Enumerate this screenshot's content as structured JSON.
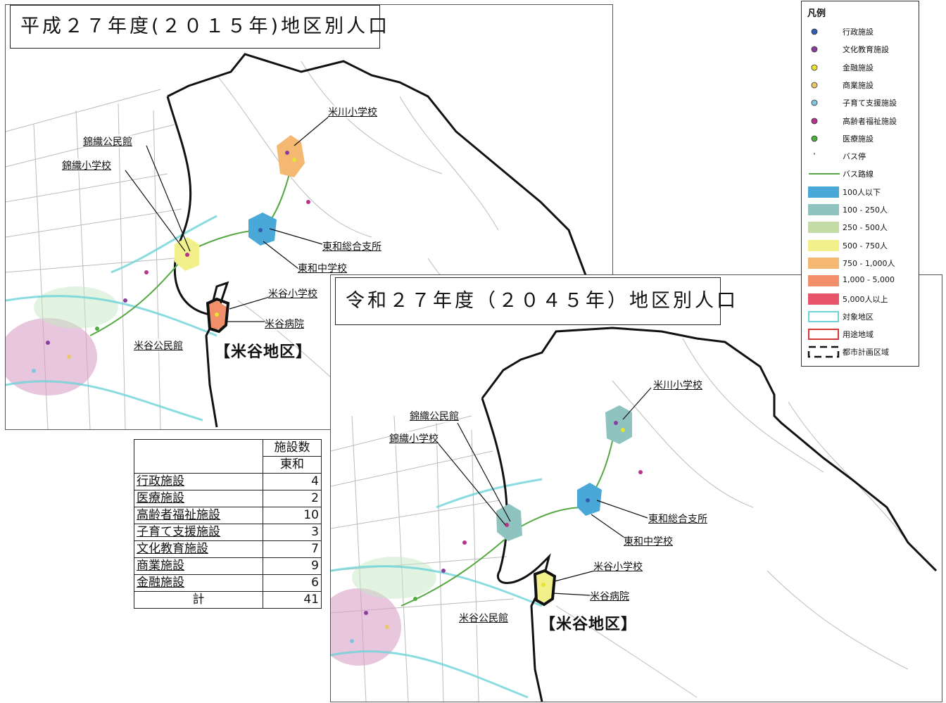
{
  "map_2015": {
    "title": "平成２７年度(２０１５年)地区別人口",
    "labels": {
      "yonekawa_school": "米川小学校",
      "nishikiori_hall": "錦織公民館",
      "nishikiori_school": "錦織小学校",
      "towa_branch": "東和総合支所",
      "towa_middle": "東和中学校",
      "maiya_school": "米谷小学校",
      "maiya_hospital": "米谷病院",
      "maiya_hall": "米谷公民館"
    },
    "district": "【米谷地区】"
  },
  "map_2045": {
    "title": "令和２７年度（２０４５年）地区別人口",
    "labels": {
      "yonekawa_school": "米川小学校",
      "nishikiori_hall": "錦織公民館",
      "nishikiori_school": "錦織小学校",
      "towa_branch": "東和総合支所",
      "towa_middle": "東和中学校",
      "maiya_school": "米谷小学校",
      "maiya_hospital": "米谷病院",
      "maiya_hall": "米谷公民館"
    },
    "district": "【米谷地区】"
  },
  "facility_table": {
    "header_top": "施設数",
    "header_sub": "東和",
    "rows": [
      {
        "name": "行政施設",
        "count": "4"
      },
      {
        "name": "医療施設",
        "count": "2"
      },
      {
        "name": "高齢者福祉施設",
        "count": "10"
      },
      {
        "name": "子育て支援施設",
        "count": "3"
      },
      {
        "name": "文化教育施設",
        "count": "7"
      },
      {
        "name": "商業施設",
        "count": "9"
      },
      {
        "name": "金融施設",
        "count": "6"
      }
    ],
    "total_label": "計",
    "total_count": "41"
  },
  "legend": {
    "title": "凡例",
    "items": [
      {
        "label": "行政施設",
        "kind": "dot",
        "color": "#2f5fb3"
      },
      {
        "label": "文化教育施設",
        "kind": "dot",
        "color": "#8a3fa0"
      },
      {
        "label": "金融施設",
        "kind": "dot",
        "color": "#e8e330"
      },
      {
        "label": "商業施設",
        "kind": "dot",
        "color": "#e9c76a"
      },
      {
        "label": "子育て支援施設",
        "kind": "dot",
        "color": "#7fc6e0"
      },
      {
        "label": "高齢者福祉施設",
        "kind": "dot",
        "color": "#b8338a"
      },
      {
        "label": "医療施設",
        "kind": "dot",
        "color": "#4fae3c"
      },
      {
        "label": "バス停",
        "kind": "tick",
        "color": "#999999"
      },
      {
        "label": "バス路線",
        "kind": "line",
        "color": "#57a845"
      },
      {
        "label": "100人以下",
        "kind": "fill",
        "color": "#4aa8d8"
      },
      {
        "label": "100 - 250人",
        "kind": "fill",
        "color": "#8fc3c0"
      },
      {
        "label": "250 - 500人",
        "kind": "fill",
        "color": "#c4dba6"
      },
      {
        "label": "500 - 750人",
        "kind": "fill",
        "color": "#f2f08a"
      },
      {
        "label": "750 - 1,000人",
        "kind": "fill",
        "color": "#f4b872"
      },
      {
        "label": "1,000 - 5,000",
        "kind": "fill",
        "color": "#f08f6a"
      },
      {
        "label": "5,000人以上",
        "kind": "fill",
        "color": "#e8556a"
      },
      {
        "label": "対象地区",
        "kind": "outline",
        "color": "#6dd3d8"
      },
      {
        "label": "用途地域",
        "kind": "outline",
        "color": "#d83a3a"
      },
      {
        "label": "都市計画区域",
        "kind": "dash",
        "color": "#111111"
      }
    ]
  }
}
